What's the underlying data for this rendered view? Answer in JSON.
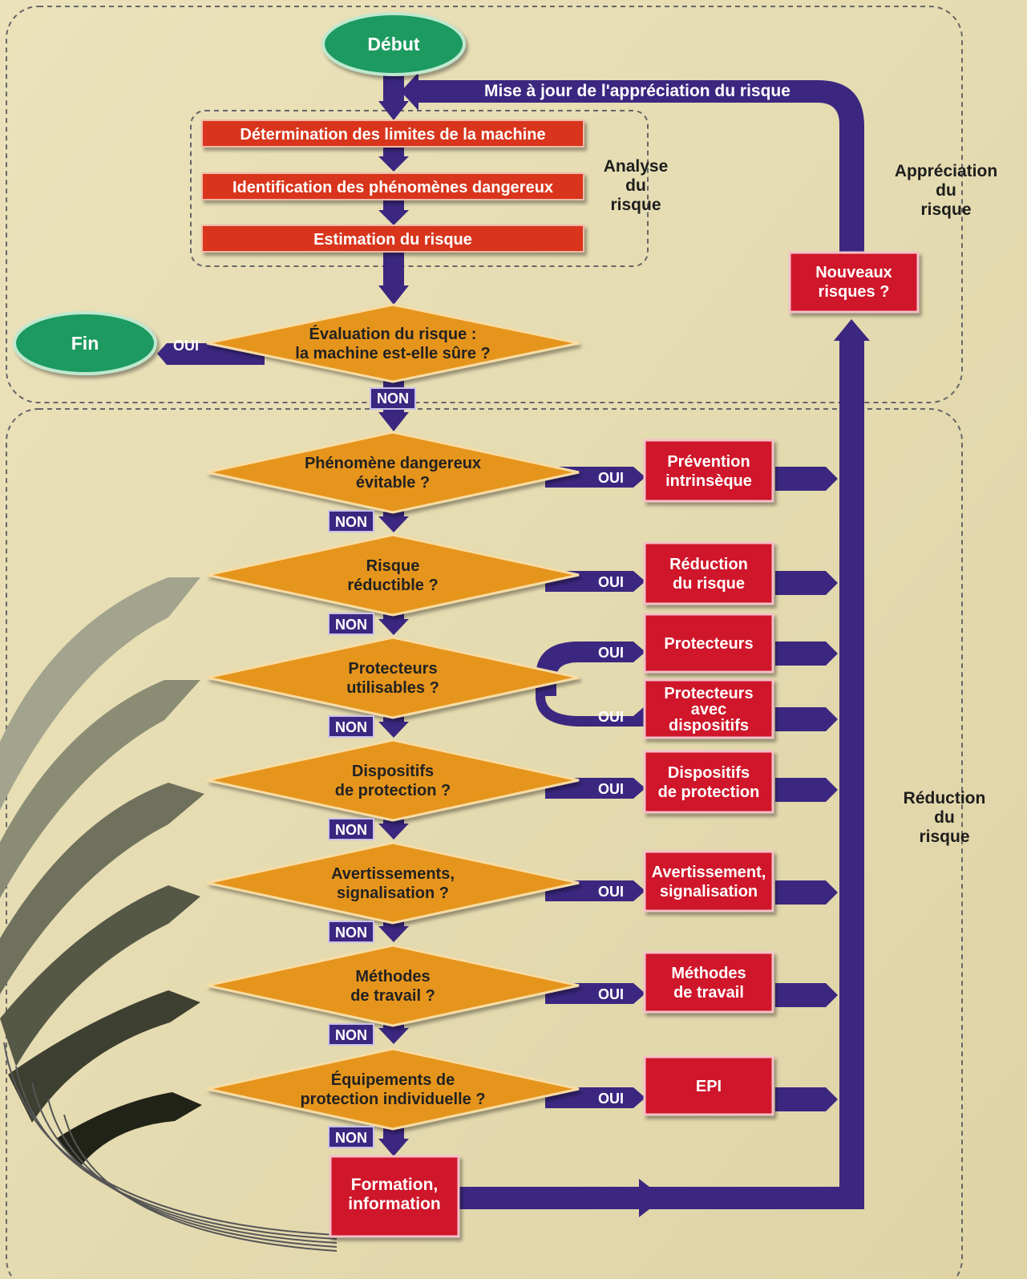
{
  "start": "Début",
  "end": "Fin",
  "update_label": "Mise à jour de l'appréciation du risque",
  "analysis_steps": [
    "Détermination des limites de la machine",
    "Identification des phénomènes dangereux",
    "Estimation du risque"
  ],
  "analysis_label": [
    "Analyse",
    "du",
    "risque"
  ],
  "assessment_label": [
    "Appréciation",
    "du",
    "risque"
  ],
  "reduction_label": [
    "Réduction",
    "du",
    "risque"
  ],
  "new_risks": [
    "Nouveaux",
    "risques ?"
  ],
  "evaluation": [
    "Évaluation du risque :",
    "la machine est-elle sûre ?"
  ],
  "yes": "OUI",
  "no": "NON",
  "decisions": [
    [
      "Phénomène dangereux",
      "évitable ?"
    ],
    [
      "Risque",
      "réductible ?"
    ],
    [
      "Protecteurs",
      "utilisables ?"
    ],
    [
      "Dispositifs",
      "de protection ?"
    ],
    [
      "Avertissements,",
      "signalisation ?"
    ],
    [
      "Méthodes",
      "de travail ?"
    ],
    [
      "Équipements de",
      "protection individuelle ?"
    ]
  ],
  "measures": [
    [
      "Prévention",
      "intrinsèque"
    ],
    [
      "Réduction",
      "du risque"
    ],
    [
      "Protecteurs"
    ],
    [
      "Protecteurs",
      "avec",
      "dispositifs"
    ],
    [
      "Dispositifs",
      "de protection"
    ],
    [
      "Avertissement,",
      "signalisation"
    ],
    [
      "Méthodes",
      "de travail"
    ],
    [
      "EPI"
    ]
  ],
  "training": [
    "Formation,",
    "information"
  ],
  "colors": {
    "background": "#e6dcb2",
    "terminal": "#1a9a5e",
    "process": "#d8341e",
    "decision": "#e6951f",
    "measure": "#d0152c",
    "flow": "#3b2780",
    "text": "#222222"
  }
}
